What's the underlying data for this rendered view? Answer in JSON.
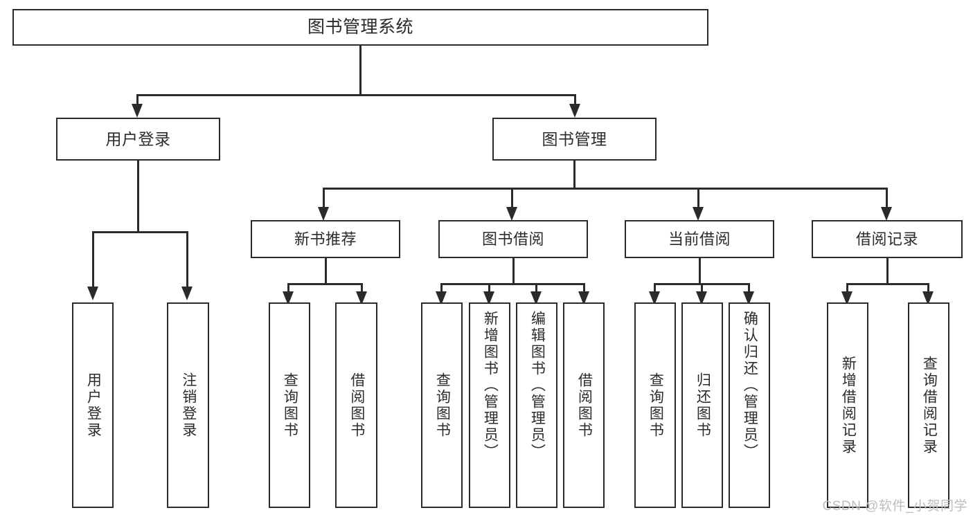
{
  "diagram": {
    "title": "图书管理系统",
    "watermark": "CSDN @软件_小贺同学",
    "colors": {
      "stroke": "#2b2b2b",
      "fill": "#ffffff",
      "background": "#ffffff",
      "watermark": "#bdbdbd"
    },
    "root": {
      "label": "图书管理系统"
    },
    "level2": [
      {
        "label": "用户登录"
      },
      {
        "label": "图书管理"
      }
    ],
    "level3": [
      {
        "label": "新书推荐"
      },
      {
        "label": "图书借阅"
      },
      {
        "label": "当前借阅"
      },
      {
        "label": "借阅记录"
      }
    ],
    "leaves": {
      "user_login": [
        {
          "label": "用户登录"
        },
        {
          "label": "注销登录"
        }
      ],
      "new_book_recommend": [
        {
          "label": "查询图书"
        },
        {
          "label": "借阅图书"
        }
      ],
      "book_borrow": [
        {
          "label": "查询图书"
        },
        {
          "label": "新增图书（管理员）"
        },
        {
          "label": "编辑图书（管理员）"
        },
        {
          "label": "借阅图书"
        }
      ],
      "current_borrow": [
        {
          "label": "查询图书"
        },
        {
          "label": "归还图书"
        },
        {
          "label": "确认归还（管理员）"
        }
      ],
      "borrow_record": [
        {
          "label": "新增借阅记录"
        },
        {
          "label": "查询借阅记录"
        }
      ]
    }
  }
}
